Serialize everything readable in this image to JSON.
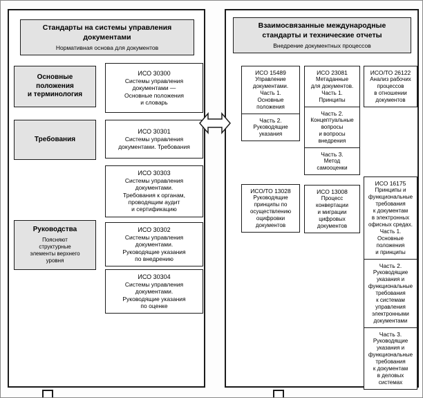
{
  "left_panel": {
    "title": "Стандарты на системы управления\nдокументами",
    "subtitle": "Нормативная основа для документов",
    "categories": [
      {
        "label": "Основные\nположения\nи терминология",
        "note": ""
      },
      {
        "label": "Требования",
        "note": ""
      },
      {
        "label": "Руководства",
        "note": "Поясняют\nструктурные\nэлементы верхнего\nуровня"
      }
    ],
    "standards": [
      {
        "code": "ИСО 30300",
        "body": "Системы управления\nдокументами —\nОсновные положения\nи словарь"
      },
      {
        "code": "ИСО 30301",
        "body": "Системы управления\nдокументами. Требования"
      },
      {
        "code": "ИСО 30303",
        "body": "Системы управления\nдокументами.\nТребования к органам,\nпроводящим аудит\nи сертификацию"
      },
      {
        "code": "ИСО 30302",
        "body": "Системы управления\nдокументами.\nРуководящие указания\nпо внедрению"
      },
      {
        "code": "ИСО 30304",
        "body": "Системы управления\nдокументами.\nРуководящие указания\nпо оценке"
      }
    ]
  },
  "right_panel": {
    "title": "Взаимосвязанные международные\nстандарты и технические отчеты",
    "subtitle": "Внедрение документных процессов",
    "columns": [
      {
        "boxes": [
          {
            "code": "ИСО 15489",
            "body": "Управление\nдокументами.\nЧасть 1.\nОсновные\nположения"
          },
          {
            "code": "Часть 2.",
            "body": "Руководящие\nуказания"
          },
          {
            "code": "ИСО/ТО 13028",
            "body": "Руководящие\nпринципы по\nосуществлению\nоцифровки\nдокументов"
          }
        ]
      },
      {
        "boxes": [
          {
            "code": "ИСО 23081",
            "body": "Метаданные\nдля документов.\nЧасть 1.\nПринципы"
          },
          {
            "code": "Часть 2.",
            "body": "Концептуальные\nвопросы\nи вопросы\nвнедрения"
          },
          {
            "code": "Часть 3.",
            "body": "Метод\nсамооценки"
          },
          {
            "code": "ИСО 13008",
            "body": "Процесс\nконвертации\nи миграции\nцифровых\nдокументов"
          }
        ]
      },
      {
        "boxes": [
          {
            "code": "ИСО/ТО 26122",
            "body": "Анализ рабочих\nпроцессов\nв отношении\nдокументов"
          },
          {
            "code": "ИСО 16175",
            "body": "Принципы и\nфункциональные\nтребования\nк документам\nв электронных\nофисных средах.\nЧасть 1.\nОсновные\nположения\nи принципы"
          },
          {
            "code": "Часть 2.",
            "body": "Руководящие\nуказания и\nфункциональные\nтребования\nк системам\nуправления\nэлектронными\nдокументами"
          },
          {
            "code": "Часть 3.",
            "body": "Руководящие\nуказания и\nфункциональные\nтребования\nк документам\nв деловых\nсистемах"
          }
        ]
      }
    ]
  },
  "colors": {
    "box_fill": "#e3e3e3",
    "border": "#1a1a1a",
    "background": "#ffffff"
  }
}
